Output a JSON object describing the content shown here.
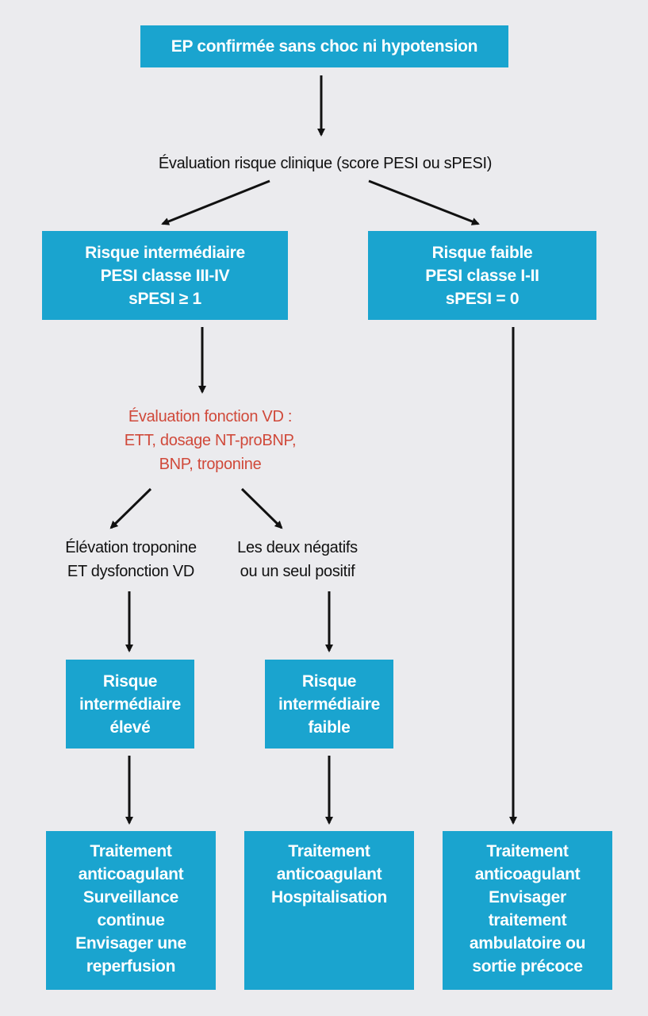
{
  "colors": {
    "box_fill": "#1aa4cf",
    "box_text": "#ffffff",
    "background": "#ebebee",
    "highlight_text": "#d0493a",
    "arrow": "#111111"
  },
  "nodes": {
    "start": {
      "lines": [
        "EP confirmée sans choc ni hypotension"
      ]
    },
    "clinical_eval": {
      "lines": [
        "Évaluation risque clinique (score PESI ou sPESI)"
      ]
    },
    "risk_intermediate": {
      "lines": [
        "Risque intermédiaire",
        "PESI classe III-IV",
        "sPESI ≥ 1"
      ]
    },
    "risk_low": {
      "lines": [
        "Risque faible",
        "PESI classe I-II",
        "sPESI = 0"
      ]
    },
    "vd_eval": {
      "lines": [
        "Évaluation fonction VD :",
        "ETT, dosage NT-proBNP,",
        "BNP, troponine"
      ]
    },
    "branch_both": {
      "lines": [
        "Élévation troponine",
        "ET dysfonction VD"
      ]
    },
    "branch_neg": {
      "lines": [
        "Les deux négatifs",
        "ou un seul positif"
      ]
    },
    "risk_int_high": {
      "lines": [
        "Risque",
        "intermédiaire",
        "élevé"
      ]
    },
    "risk_int_low": {
      "lines": [
        "Risque",
        "intermédiaire",
        "faible"
      ]
    },
    "treat_high": {
      "lines": [
        "Traitement",
        "anticoagulant",
        "Surveillance",
        "continue",
        "Envisager une",
        "reperfusion"
      ]
    },
    "treat_mid": {
      "lines": [
        "Traitement",
        "anticoagulant",
        "Hospitalisation"
      ]
    },
    "treat_low": {
      "lines": [
        "Traitement",
        "anticoagulant",
        "Envisager",
        "traitement",
        "ambulatoire ou",
        "sortie précoce"
      ]
    }
  }
}
